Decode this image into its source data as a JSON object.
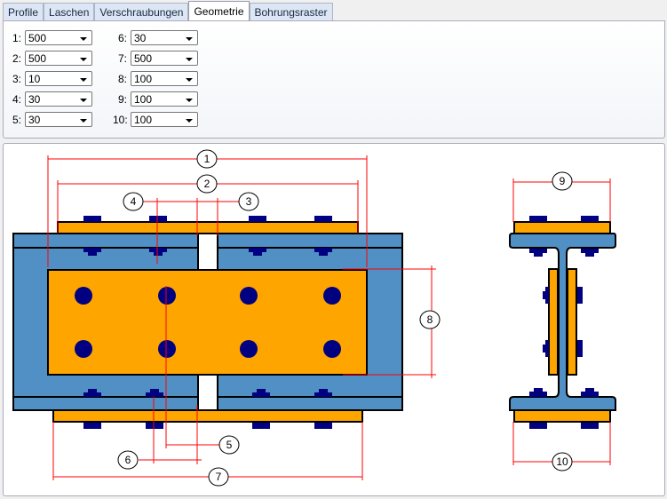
{
  "tabs": [
    "Profile",
    "Laschen",
    "Verschraubungen",
    "Geometrie",
    "Bohrungsraster"
  ],
  "active_tab": "Geometrie",
  "fields": [
    {
      "label": "1:",
      "value": "500"
    },
    {
      "label": "2:",
      "value": "500"
    },
    {
      "label": "3:",
      "value": "10"
    },
    {
      "label": "4:",
      "value": "30"
    },
    {
      "label": "5:",
      "value": "30"
    },
    {
      "label": "6:",
      "value": "30"
    },
    {
      "label": "7:",
      "value": "500"
    },
    {
      "label": "8:",
      "value": "100"
    },
    {
      "label": "9:",
      "value": "100"
    },
    {
      "label": "10:",
      "value": "100"
    }
  ],
  "markers": [
    "1",
    "2",
    "3",
    "4",
    "5",
    "6",
    "7",
    "8",
    "9",
    "10"
  ],
  "colors": {
    "beam": "#5090c4",
    "plate": "#ffa500",
    "bolt": "#000080",
    "dim": "#ff0000"
  }
}
